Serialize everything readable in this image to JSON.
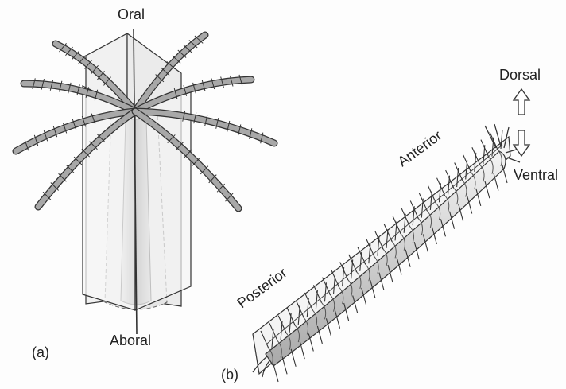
{
  "diagram_a": {
    "panel_label": "(a)",
    "top_label": "Oral",
    "bottom_label": "Aboral"
  },
  "diagram_b": {
    "panel_label": "(b)",
    "anterior_label": "Anterior",
    "posterior_label": "Posterior",
    "dorsal_label": "Dorsal",
    "ventral_label": "Ventral",
    "dorsal_arrow_icon": "up-arrow-icon",
    "ventral_arrow_icon": "down-arrow-icon"
  },
  "colors": {
    "ink": "#222222",
    "plane": "#f2f2f2",
    "body_shade": "#9a9a9a",
    "arm_fill": "#a8a8a8"
  }
}
